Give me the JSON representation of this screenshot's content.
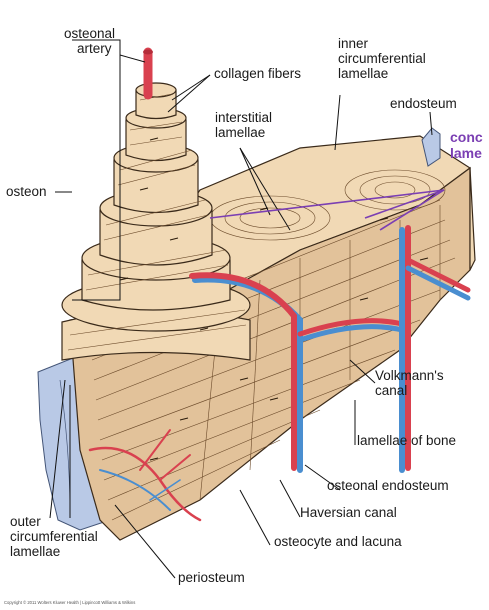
{
  "labels": {
    "osteonal_artery_1": "osteonal",
    "osteonal_artery_2": "artery",
    "collagen_fibers": "collagen fibers",
    "inner_circ_1": "inner",
    "inner_circ_2": "circumferential",
    "inner_circ_3": "lamellae",
    "endosteum": "endosteum",
    "interstitial_1": "interstitial",
    "interstitial_2": "lamellae",
    "concentric_1": "conc",
    "concentric_2": "lame",
    "osteon": "osteon",
    "volkmanns_1": "Volkmann's",
    "volkmanns_2": "canal",
    "lamellae_of_bone": "lamellae of bone",
    "osteonal_endosteum": "osteonal endosteum",
    "haversian_canal": "Haversian canal",
    "outer_circ_1": "outer",
    "outer_circ_2": "circumferential",
    "outer_circ_3": "lamellae",
    "osteocyte_lacuna": "osteocyte and lacuna",
    "periosteum": "periosteum",
    "copyright": "Copyright © 2011 Wolters Kluwer Health | Lippincott Williams & Wilkins"
  },
  "colors": {
    "bone": "#f1d9b5",
    "artery": "#d9414f",
    "vein": "#4a8ed0",
    "periosteum": "#b9c9e6",
    "accent_label": "#7b3fb3"
  }
}
